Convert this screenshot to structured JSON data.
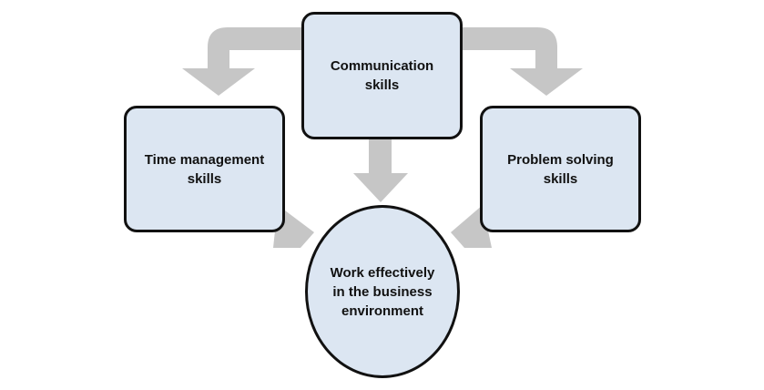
{
  "nodes": {
    "communication": "Communication skills",
    "time": "Time management skills",
    "problem": "Problem solving skills",
    "center": "Work effectively in the business environment"
  },
  "colors": {
    "fill": "#dce6f2",
    "arrow": "#c8c8c8"
  }
}
